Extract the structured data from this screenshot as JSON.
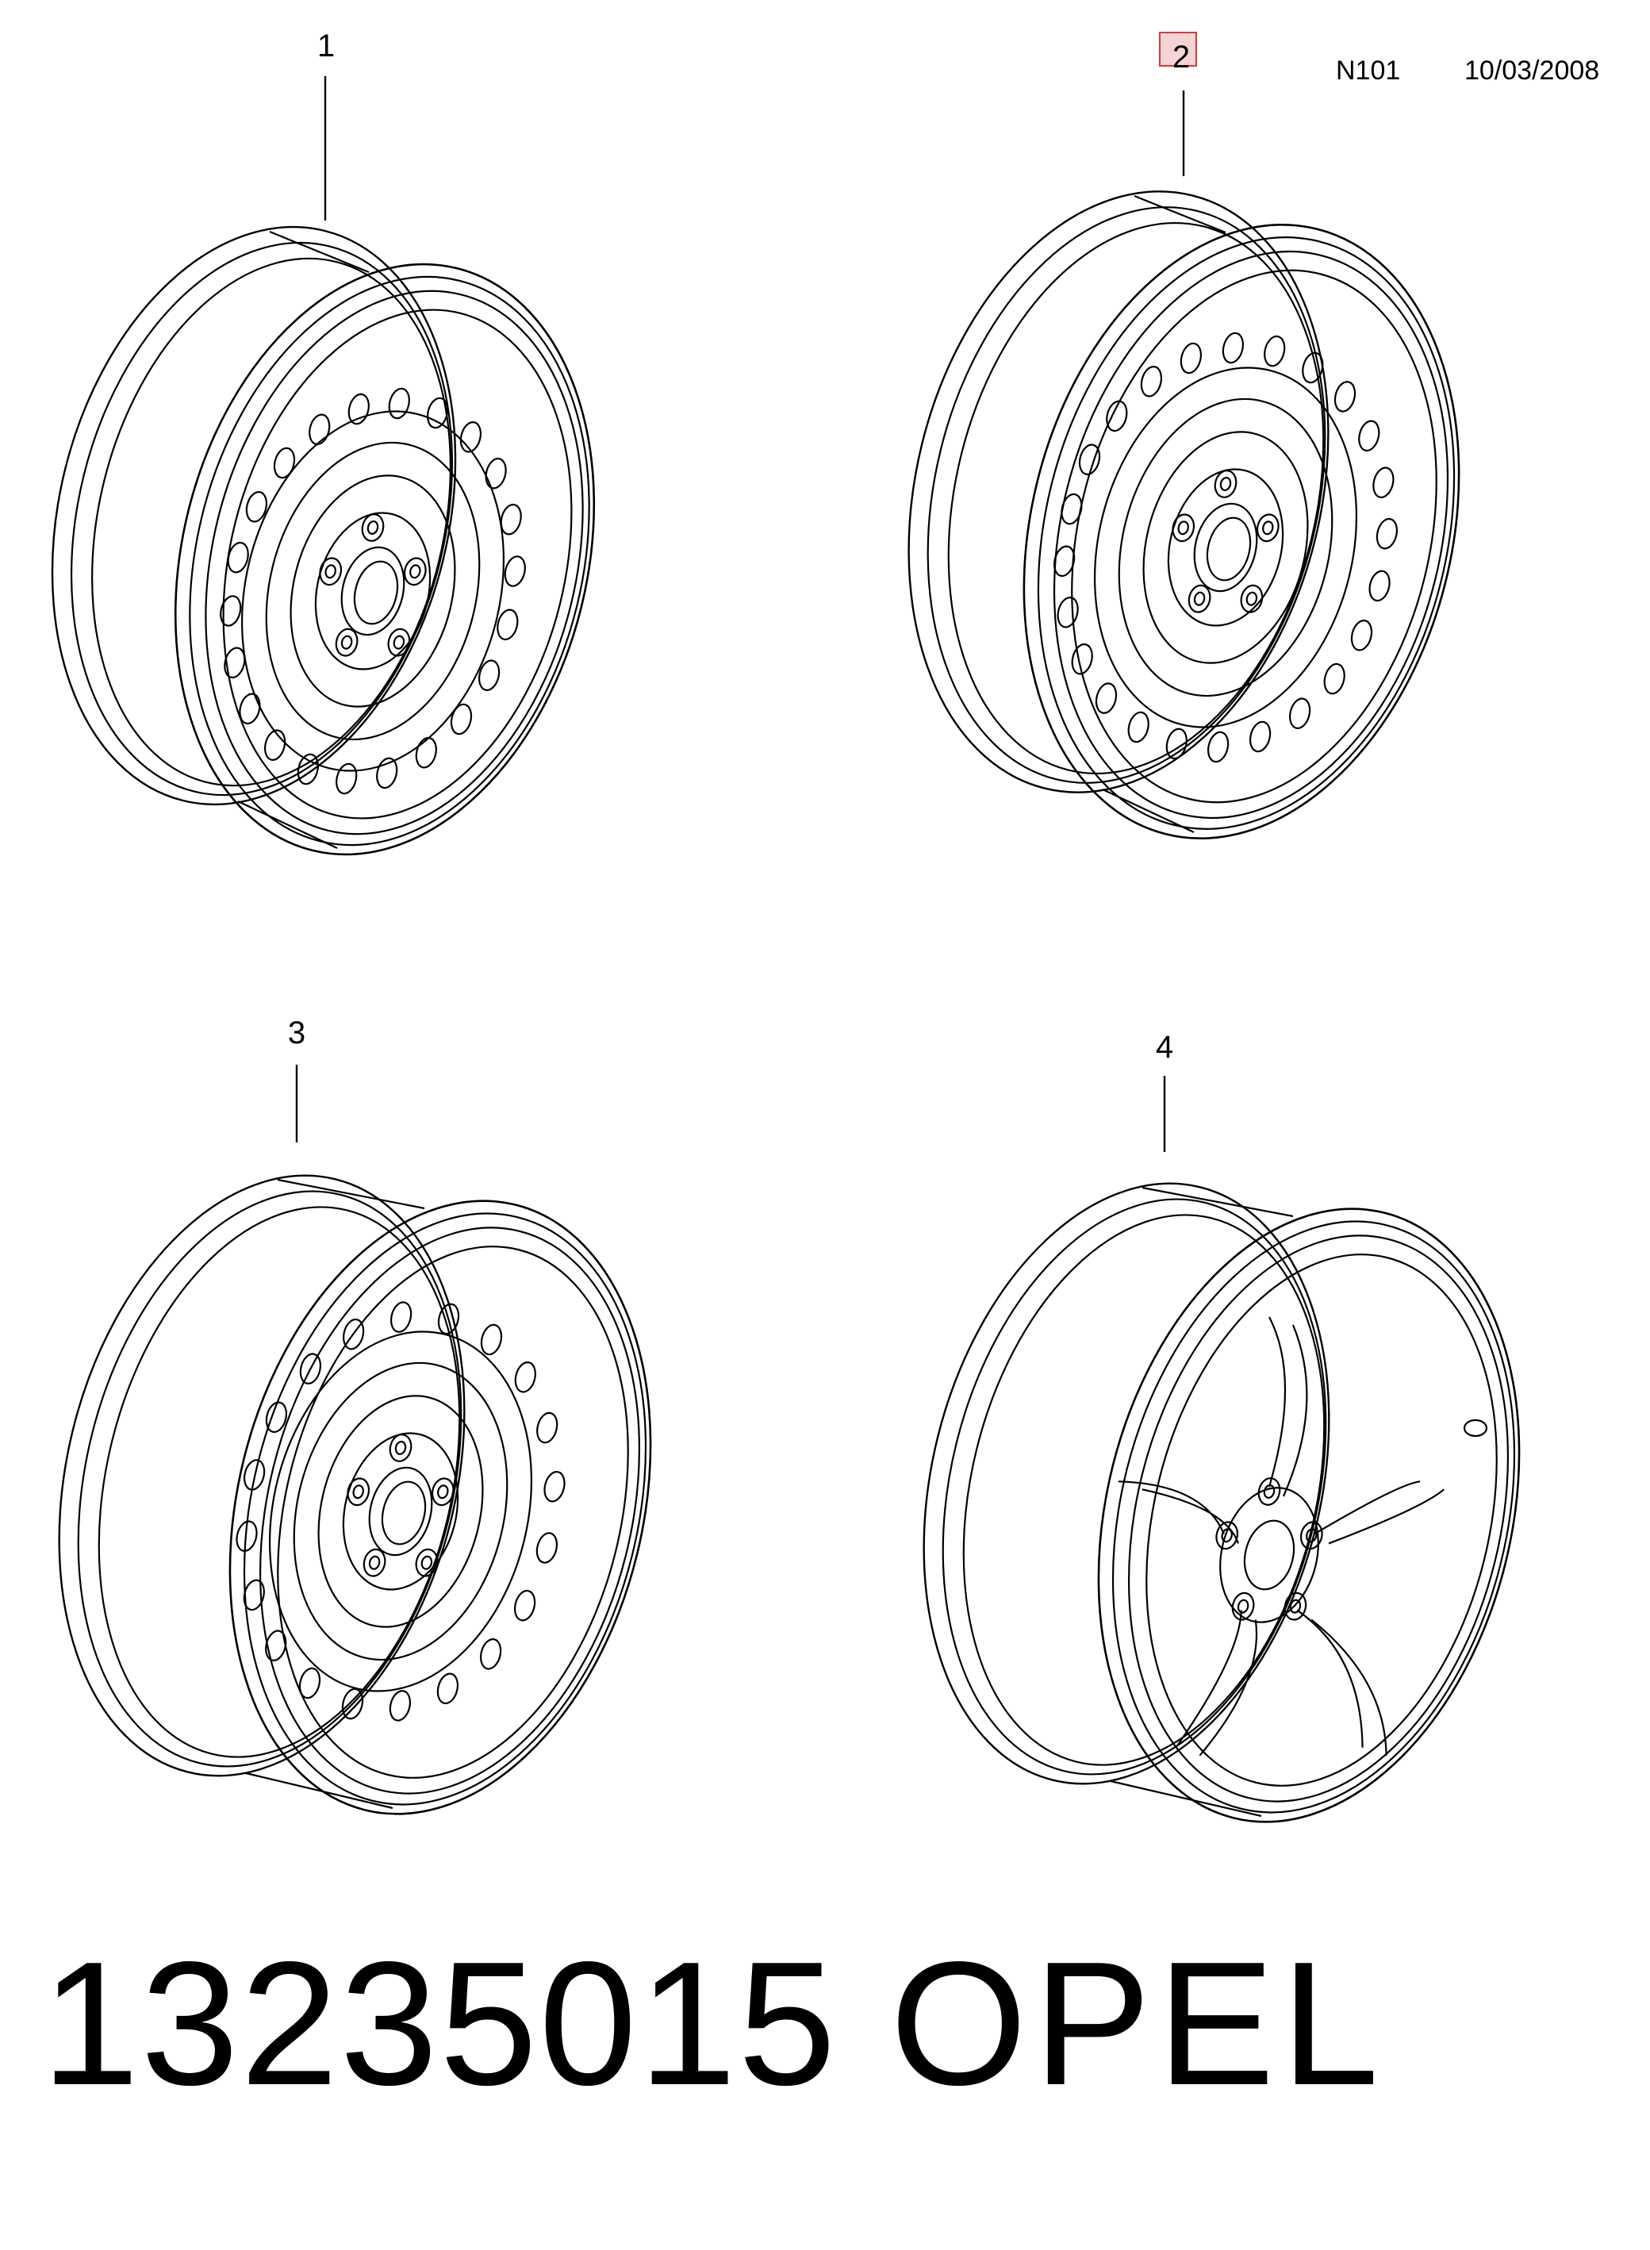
{
  "header": {
    "sheet_code": "N101",
    "date": "10/03/2008"
  },
  "callouts": [
    "1",
    "2",
    "3",
    "4"
  ],
  "highlighted_callout": "2",
  "footer": {
    "part_number": "13235015",
    "brand": "OPEL"
  },
  "colors": {
    "line": "#000000",
    "highlight_border": "#d33b3b",
    "highlight_fill": "#f6d4d4",
    "background": "#ffffff"
  },
  "wheels": [
    {
      "callout": "1",
      "style": "steel",
      "vent_holes": 22,
      "lug_bolts": 5
    },
    {
      "callout": "2",
      "style": "steel",
      "vent_holes": 24,
      "lug_bolts": 5
    },
    {
      "callout": "3",
      "style": "steel",
      "vent_holes": 20,
      "lug_bolts": 5
    },
    {
      "callout": "4",
      "style": "alloy-5-spoke",
      "vent_holes": 0,
      "lug_bolts": 5
    }
  ]
}
